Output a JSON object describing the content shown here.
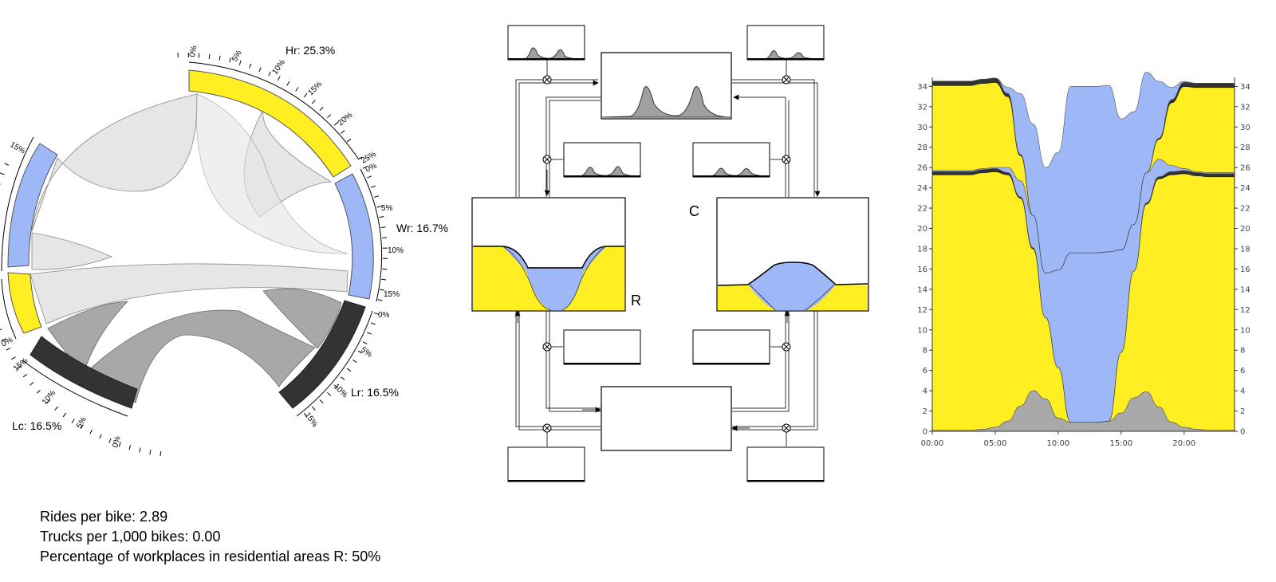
{
  "chord": {
    "labels": [
      {
        "text": "Hr: 25.3%"
      },
      {
        "text": "Wr: 16.7%"
      },
      {
        "text": "Lr: 16.5%"
      },
      {
        "text": "Lc: 16.5%"
      }
    ],
    "segments": [
      {
        "color": "#ffef22",
        "ticks": [
          "0%",
          "5%",
          "10%",
          "15%",
          "20%",
          "25%"
        ]
      },
      {
        "color": "#9db7f7",
        "ticks": [
          "0%",
          "5%",
          "10%",
          "15%"
        ]
      },
      {
        "color": "#333333",
        "ticks": [
          "0%",
          "5%",
          "10%",
          "15%"
        ]
      },
      {
        "color": "#333333",
        "ticks": [
          "0%",
          "5%",
          "10%",
          "15%"
        ]
      },
      {
        "color": "#ffef22",
        "ticks": []
      },
      {
        "color": "#9db7f7",
        "ticks": [
          "15%"
        ]
      }
    ],
    "ribbon_colors": {
      "light": "#e6e6e6",
      "dark": "#a8a8a8"
    }
  },
  "diagram": {
    "letters": {
      "c": "C",
      "r": "R"
    },
    "colors": {
      "yellow": "#ffef22",
      "blue": "#9db7f7",
      "gray": "#a0a0a0"
    }
  },
  "stats": {
    "rides": "Rides per bike: 2.89",
    "trucks": "Trucks per 1,000 bikes: 0.00",
    "pct": "Percentage of workplaces in residential areas R: 50%"
  },
  "chart_data": {
    "type": "area",
    "x": [
      "00:00",
      "01:00",
      "02:00",
      "03:00",
      "04:00",
      "05:00",
      "06:00",
      "07:00",
      "08:00",
      "09:00",
      "10:00",
      "11:00",
      "12:00",
      "13:00",
      "14:00",
      "15:00",
      "16:00",
      "17:00",
      "18:00",
      "19:00",
      "20:00",
      "21:00",
      "22:00",
      "23:00",
      "24:00"
    ],
    "xticks": [
      "00:00",
      "05:00",
      "10:00",
      "15:00",
      "20:00"
    ],
    "ylim": [
      0,
      34.5
    ],
    "yticks": [
      "0",
      "2",
      "4",
      "6",
      "8",
      "10",
      "12",
      "14",
      "16",
      "18",
      "20",
      "22",
      "24",
      "26",
      "28",
      "30",
      "32",
      "34"
    ],
    "series": [
      {
        "color": "#a9a9a9",
        "values": [
          0.1,
          0.1,
          0.1,
          0.1,
          0.2,
          0.4,
          1.0,
          2.5,
          4.0,
          3.2,
          1.3,
          0.9,
          0.9,
          0.9,
          1.0,
          1.8,
          3.3,
          3.9,
          2.4,
          0.9,
          0.4,
          0.2,
          0.1,
          0.1,
          0.1
        ]
      },
      {
        "color": "#ffef22",
        "values": [
          25.2,
          25.2,
          25.2,
          25.2,
          25.3,
          25.2,
          24.3,
          20.5,
          14.0,
          8.0,
          5.0,
          0.0,
          0.0,
          0.0,
          0.0,
          6.0,
          12.5,
          18.5,
          22.5,
          24.4,
          25.0,
          25.0,
          25.0,
          25.0,
          25.0
        ]
      },
      {
        "color": "#333333",
        "values": [
          0.3,
          0.3,
          0.3,
          0.3,
          0.3,
          0.3,
          0.2,
          0.1,
          0.1,
          0.0,
          0.0,
          0.0,
          0.0,
          0.0,
          0.0,
          0.0,
          0.0,
          0.1,
          0.2,
          0.3,
          0.3,
          0.3,
          0.3,
          0.3,
          0.3
        ]
      },
      {
        "color": "#9db7f7",
        "values": [
          0.1,
          0.1,
          0.1,
          0.1,
          0.1,
          0.1,
          0.5,
          1.6,
          3.2,
          4.4,
          9.6,
          16.7,
          16.7,
          16.7,
          16.7,
          10.1,
          4.6,
          3.0,
          1.7,
          0.6,
          0.2,
          0.1,
          0.1,
          0.1,
          0.1
        ]
      },
      {
        "color": "#ffef22",
        "values": [
          8.4,
          8.4,
          8.4,
          8.4,
          8.4,
          8.4,
          7.0,
          2.5,
          0.0,
          0.0,
          0.0,
          0.0,
          0.0,
          0.0,
          0.0,
          0.0,
          0.0,
          0.0,
          2.0,
          6.2,
          8.1,
          8.3,
          8.4,
          8.4,
          8.4
        ]
      },
      {
        "color": "#333333",
        "values": [
          0.4,
          0.4,
          0.4,
          0.4,
          0.4,
          0.4,
          0.3,
          0.1,
          0.0,
          0.0,
          0.0,
          0.0,
          0.0,
          0.0,
          0.0,
          0.0,
          0.0,
          0.0,
          0.1,
          0.3,
          0.4,
          0.4,
          0.4,
          0.4,
          0.4
        ]
      },
      {
        "color": "#9db7f7",
        "values": [
          0.0,
          0.0,
          0.0,
          0.0,
          0.0,
          0.0,
          0.6,
          6.0,
          9.0,
          10.4,
          11.6,
          16.4,
          16.4,
          16.4,
          16.4,
          12.9,
          11.1,
          9.9,
          5.6,
          1.2,
          0.1,
          0.0,
          0.0,
          0.0,
          0.0
        ]
      }
    ]
  }
}
